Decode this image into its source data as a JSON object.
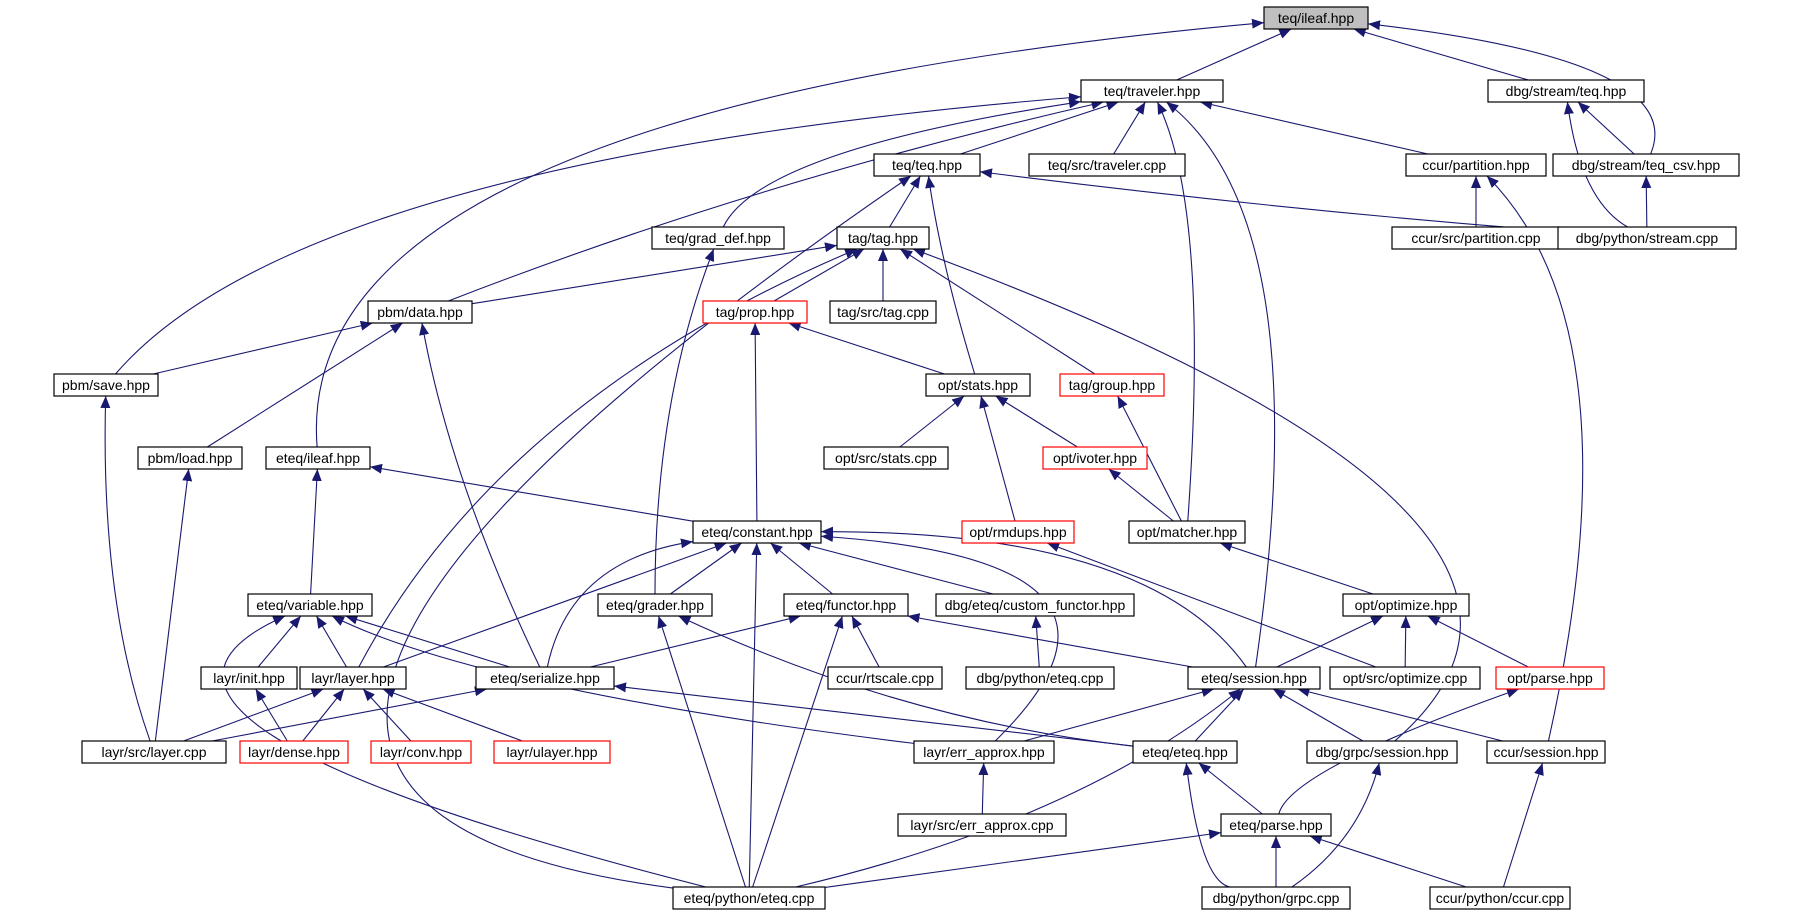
{
  "graph": {
    "root_node_fill": "#bfbfbf",
    "node_fill": "#ffffff",
    "node_border": "#000000",
    "truncated_border": "#ff0000",
    "edge_color": "#191970",
    "nodes": [
      {
        "id": "teq_ileaf",
        "label": "teq/ileaf.hpp",
        "root": true
      },
      {
        "id": "teq_traveler",
        "label": "teq/traveler.hpp"
      },
      {
        "id": "dbg_stream_teq",
        "label": "dbg/stream/teq.hpp"
      },
      {
        "id": "dbg_stream_teq_csv",
        "label": "dbg/stream/teq_csv.hpp"
      },
      {
        "id": "teq_teq",
        "label": "teq/teq.hpp"
      },
      {
        "id": "teq_src_traveler",
        "label": "teq/src/traveler.cpp"
      },
      {
        "id": "ccur_partition",
        "label": "ccur/partition.hpp"
      },
      {
        "id": "teq_grad_def",
        "label": "teq/grad_def.hpp"
      },
      {
        "id": "tag_tag",
        "label": "tag/tag.hpp"
      },
      {
        "id": "ccur_src_partition",
        "label": "ccur/src/partition.cpp"
      },
      {
        "id": "dbg_python_stream",
        "label": "dbg/python/stream.cpp"
      },
      {
        "id": "pbm_data",
        "label": "pbm/data.hpp"
      },
      {
        "id": "tag_prop",
        "label": "tag/prop.hpp",
        "truncated": true
      },
      {
        "id": "tag_src_tag",
        "label": "tag/src/tag.cpp"
      },
      {
        "id": "pbm_save",
        "label": "pbm/save.hpp"
      },
      {
        "id": "opt_stats",
        "label": "opt/stats.hpp"
      },
      {
        "id": "tag_group",
        "label": "tag/group.hpp",
        "truncated": true
      },
      {
        "id": "pbm_load",
        "label": "pbm/load.hpp"
      },
      {
        "id": "eteq_ileaf",
        "label": "eteq/ileaf.hpp"
      },
      {
        "id": "opt_src_stats",
        "label": "opt/src/stats.cpp"
      },
      {
        "id": "opt_ivoter",
        "label": "opt/ivoter.hpp",
        "truncated": true
      },
      {
        "id": "eteq_constant",
        "label": "eteq/constant.hpp"
      },
      {
        "id": "opt_rmdups",
        "label": "opt/rmdups.hpp",
        "truncated": true
      },
      {
        "id": "opt_matcher",
        "label": "opt/matcher.hpp"
      },
      {
        "id": "eteq_variable",
        "label": "eteq/variable.hpp"
      },
      {
        "id": "eteq_grader",
        "label": "eteq/grader.hpp"
      },
      {
        "id": "eteq_functor",
        "label": "eteq/functor.hpp"
      },
      {
        "id": "dbg_eteq_custom_functor",
        "label": "dbg/eteq/custom_functor.hpp"
      },
      {
        "id": "opt_optimize",
        "label": "opt/optimize.hpp"
      },
      {
        "id": "layr_init",
        "label": "layr/init.hpp"
      },
      {
        "id": "layr_layer",
        "label": "layr/layer.hpp"
      },
      {
        "id": "eteq_serialize",
        "label": "eteq/serialize.hpp"
      },
      {
        "id": "ccur_rtscale",
        "label": "ccur/rtscale.cpp"
      },
      {
        "id": "dbg_python_eteq",
        "label": "dbg/python/eteq.cpp"
      },
      {
        "id": "eteq_session",
        "label": "eteq/session.hpp"
      },
      {
        "id": "opt_src_optimize",
        "label": "opt/src/optimize.cpp"
      },
      {
        "id": "opt_parse",
        "label": "opt/parse.hpp",
        "truncated": true
      },
      {
        "id": "layr_src_layer",
        "label": "layr/src/layer.cpp"
      },
      {
        "id": "layr_dense",
        "label": "layr/dense.hpp",
        "truncated": true
      },
      {
        "id": "layr_conv",
        "label": "layr/conv.hpp",
        "truncated": true
      },
      {
        "id": "layr_ulayer",
        "label": "layr/ulayer.hpp",
        "truncated": true
      },
      {
        "id": "layr_err_approx",
        "label": "layr/err_approx.hpp"
      },
      {
        "id": "eteq_eteq",
        "label": "eteq/eteq.hpp"
      },
      {
        "id": "dbg_grpc_session",
        "label": "dbg/grpc/session.hpp"
      },
      {
        "id": "ccur_session",
        "label": "ccur/session.hpp"
      },
      {
        "id": "layr_src_err_approx",
        "label": "layr/src/err_approx.cpp"
      },
      {
        "id": "eteq_parse",
        "label": "eteq/parse.hpp"
      },
      {
        "id": "eteq_python_eteq",
        "label": "eteq/python/eteq.cpp"
      },
      {
        "id": "dbg_python_grpc",
        "label": "dbg/python/grpc.cpp"
      },
      {
        "id": "ccur_python_ccur",
        "label": "ccur/python/ccur.cpp"
      }
    ]
  }
}
